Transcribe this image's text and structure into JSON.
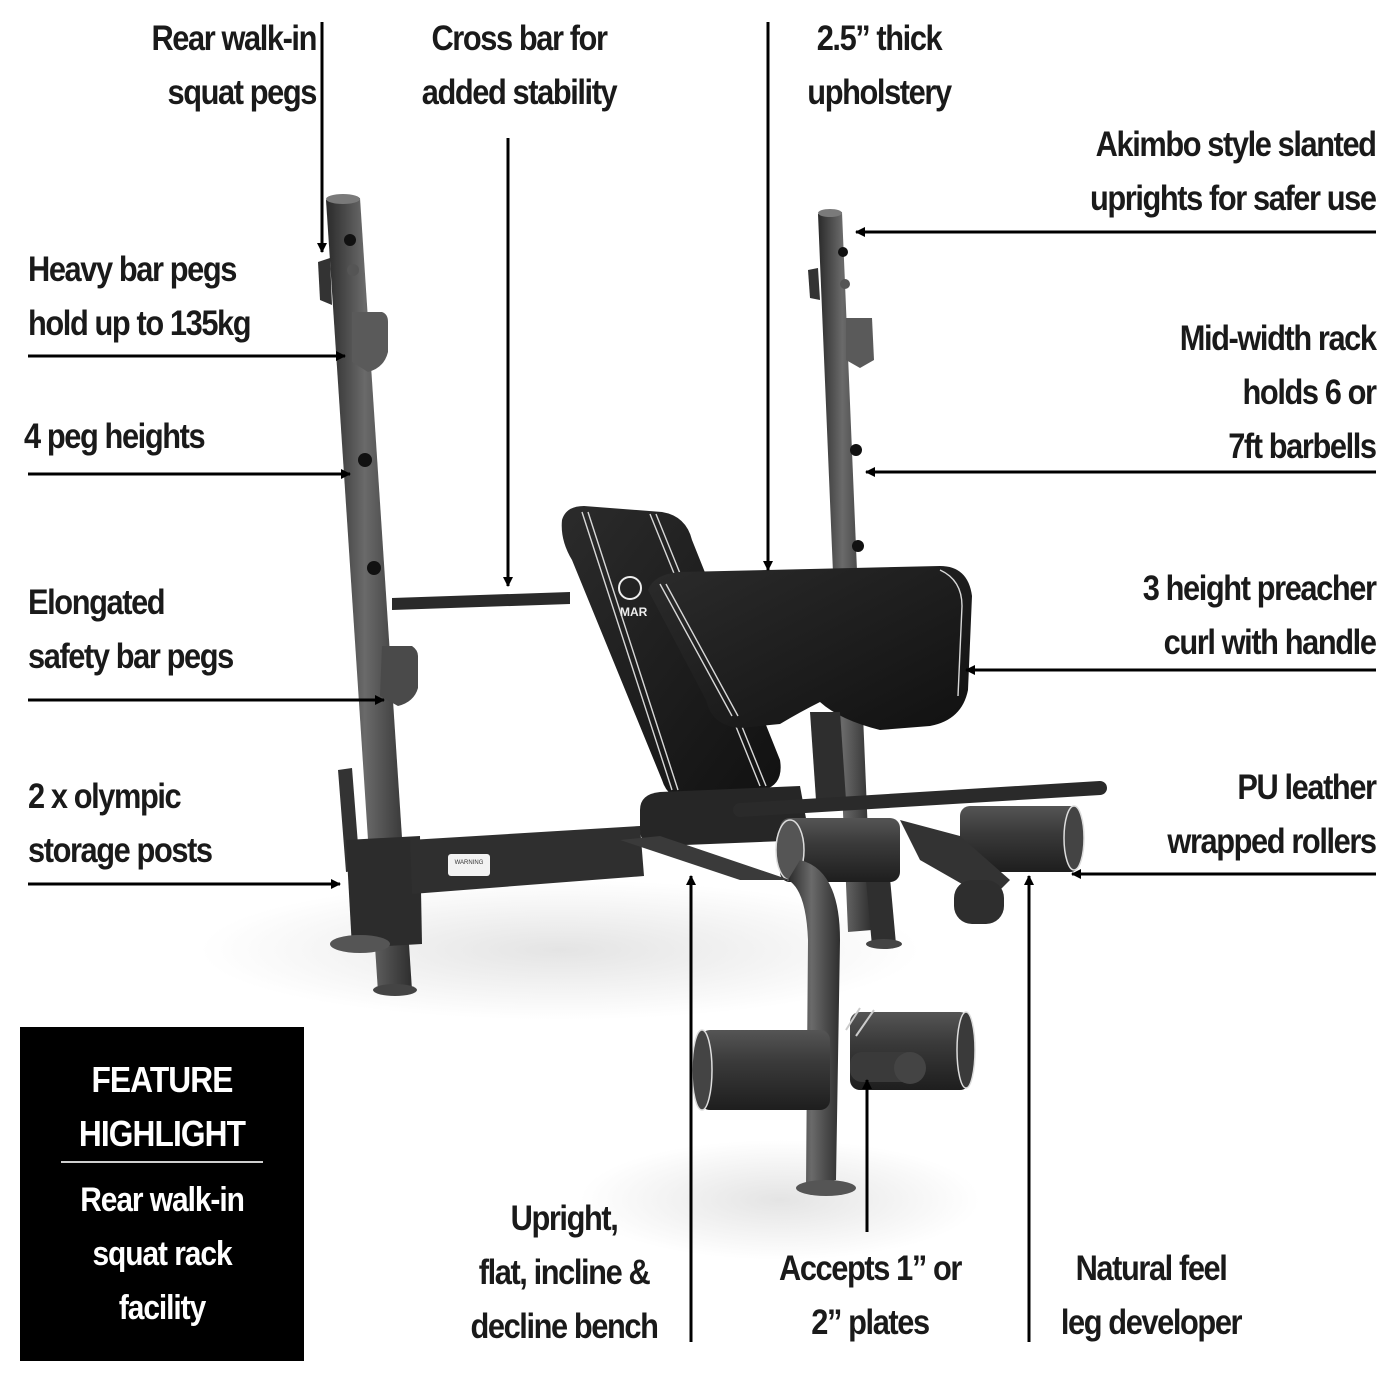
{
  "product": {
    "type": "weight bench with squat rack",
    "brand_mark": "MAR",
    "frame_label": "WARNING"
  },
  "callouts": [
    {
      "id": "rear-walk-in-squat-pegs",
      "lines": [
        "Rear walk-in",
        "squat pegs"
      ]
    },
    {
      "id": "cross-bar",
      "lines": [
        "Cross bar for",
        "added stability"
      ]
    },
    {
      "id": "upholstery",
      "lines": [
        "2.5” thick",
        "upholstery"
      ]
    },
    {
      "id": "akimbo-uprights",
      "lines": [
        "Akimbo style slanted",
        "uprights for safer use"
      ]
    },
    {
      "id": "heavy-bar-pegs",
      "lines": [
        "Heavy bar pegs",
        "hold up to 135kg"
      ]
    },
    {
      "id": "mid-width-rack",
      "lines": [
        "Mid-width rack",
        "holds 6 or",
        "7ft barbells"
      ]
    },
    {
      "id": "peg-heights",
      "lines": [
        "4 peg heights"
      ]
    },
    {
      "id": "preacher-curl",
      "lines": [
        "3 height preacher",
        "curl with handle"
      ]
    },
    {
      "id": "safety-bar-pegs",
      "lines": [
        "Elongated",
        "safety bar pegs"
      ]
    },
    {
      "id": "olympic-storage",
      "lines": [
        "2 x olympic",
        "storage posts"
      ]
    },
    {
      "id": "pu-rollers",
      "lines": [
        "PU leather",
        "wrapped rollers"
      ]
    },
    {
      "id": "bench-positions",
      "lines": [
        "Upright,",
        "flat, incline &",
        "decline bench"
      ]
    },
    {
      "id": "plates",
      "lines": [
        "Accepts 1” or",
        "2” plates"
      ]
    },
    {
      "id": "leg-developer",
      "lines": [
        "Natural feel",
        "leg developer"
      ]
    }
  ],
  "feature_highlight": {
    "title_lines": [
      "FEATURE",
      "HIGHLIGHT"
    ],
    "body_lines": [
      "Rear walk-in",
      "squat rack",
      "facility"
    ]
  },
  "colors": {
    "text": "#1a1a1a",
    "arrow": "#000000",
    "frame": "#3a3a3a",
    "upholstery": "#1c1c1c",
    "stitch": "#d8d8d8",
    "feature_bg": "#000000",
    "feature_text": "#ffffff"
  }
}
